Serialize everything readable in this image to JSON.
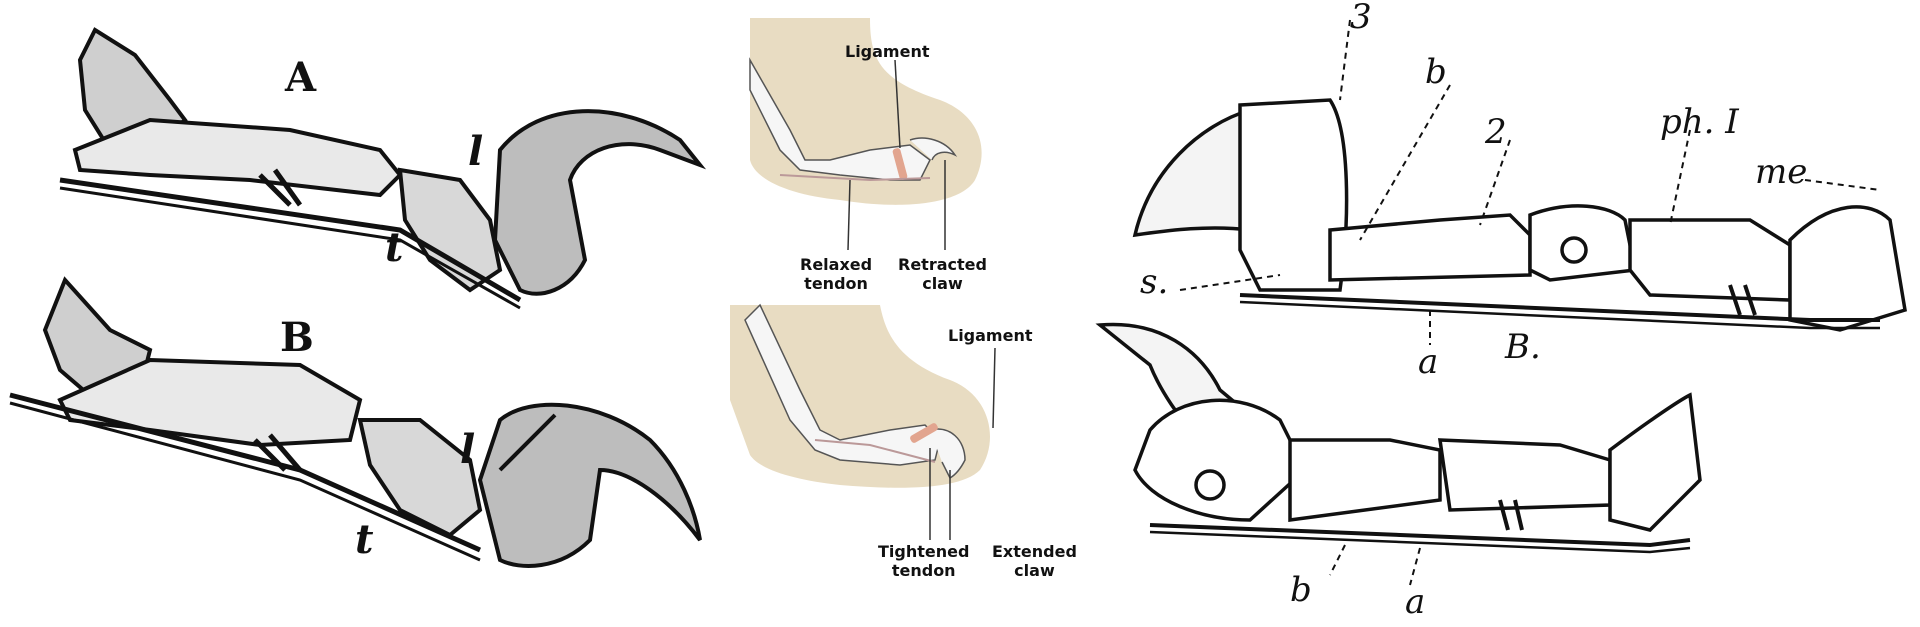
{
  "left": {
    "label_A": "A",
    "label_B": "B",
    "label_l_top": "l",
    "label_t_top": "t",
    "label_l_bottom": "l",
    "label_t_bottom": "t"
  },
  "middle": {
    "top": {
      "ligament": "Ligament",
      "relaxed_1": "Relaxed",
      "relaxed_2": "tendon",
      "retracted_1": "Retracted",
      "retracted_2": "claw"
    },
    "bottom": {
      "ligament": "Ligament",
      "tightened_1": "Tightened",
      "tightened_2": "tendon",
      "extended_1": "Extended",
      "extended_2": "claw"
    },
    "colors": {
      "tissue": "#e8dcc2",
      "ligament": "#e2a58f",
      "bone": "#f6f6f6"
    }
  },
  "right": {
    "label_3": "3",
    "label_b_top": "b",
    "label_2": "2",
    "label_ph1": "ph. I",
    "label_me": "me",
    "label_s": "s.",
    "label_a_top": "a",
    "label_B": "B.",
    "label_b_bottom": "b",
    "label_a_bottom": "a"
  }
}
